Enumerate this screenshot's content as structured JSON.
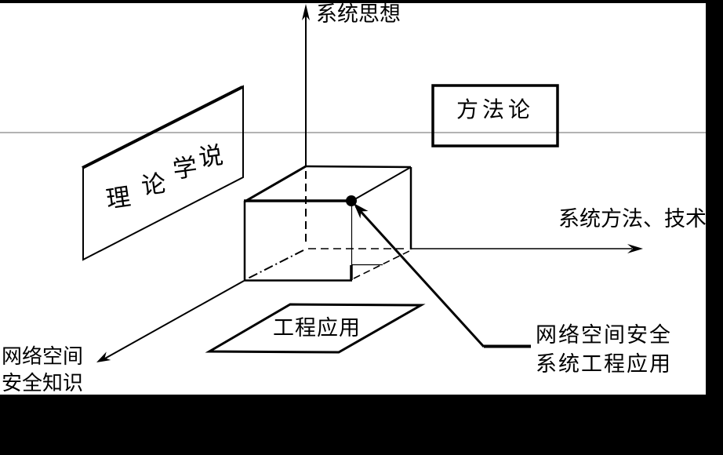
{
  "figure": {
    "description": "3D coordinate diagram of cyberspace security systems engineering",
    "colors": {
      "ink": "#000000",
      "scan_bar": "#000000",
      "faint_rule": "#9a9a9a",
      "paper": "#ffffff"
    },
    "axes": {
      "vertical": {
        "label": "系统思想"
      },
      "horizontal": {
        "label": "系统方法、技术"
      },
      "diagonal": {
        "label_line1": "网络空间",
        "label_line2": "安全知识"
      }
    },
    "planes": {
      "methodology_box": {
        "label": "方法论"
      },
      "theory_plane": {
        "chars": [
          "理",
          "论",
          "学",
          "说"
        ]
      },
      "engineering_plane": {
        "label": "工程应用"
      }
    },
    "annotation": {
      "line1": "网络空间安全",
      "line2": "系统工程应用"
    }
  }
}
